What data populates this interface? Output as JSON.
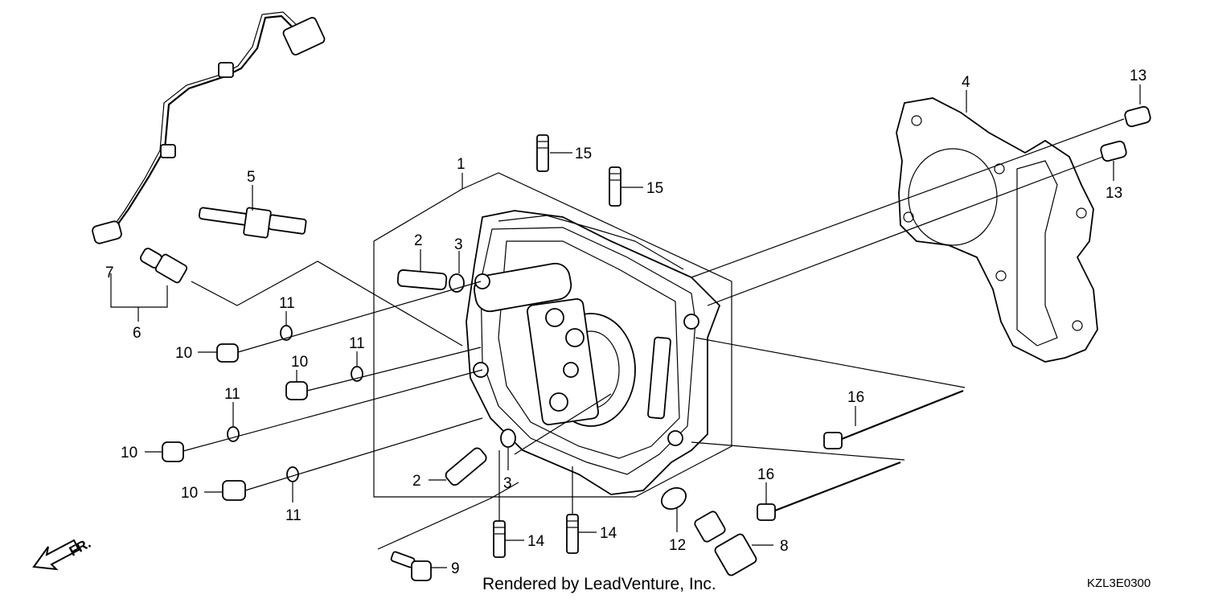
{
  "diagram": {
    "callouts": {
      "c1": "1",
      "c2a": "2",
      "c2b": "2",
      "c3a": "3",
      "c3b": "3",
      "c4": "4",
      "c5": "5",
      "c6": "6",
      "c7": "7",
      "c8": "8",
      "c9": "9",
      "c10a": "10",
      "c10b": "10",
      "c10c": "10",
      "c10d": "10",
      "c11a": "11",
      "c11b": "11",
      "c11c": "11",
      "c11d": "11",
      "c12": "12",
      "c13a": "13",
      "c13b": "13",
      "c14a": "14",
      "c14b": "14",
      "c15a": "15",
      "c15b": "15",
      "c16a": "16",
      "c16b": "16"
    },
    "front_arrow_label": "FR.",
    "credit": "Rendered by LeadVenture, Inc.",
    "diagram_code": "KZL3E0300"
  }
}
